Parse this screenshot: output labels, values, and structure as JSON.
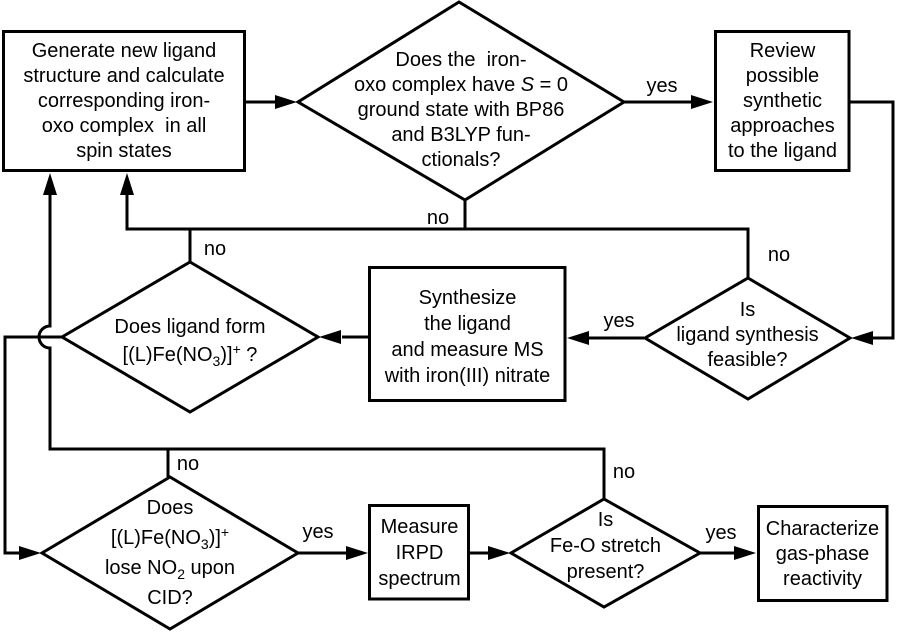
{
  "figure": {
    "background_color": "#ffffff",
    "line_color": "#000000",
    "text_color": "#000000"
  },
  "nodes": {
    "generate": {
      "shape": "process",
      "lines": [
        [
          {
            "t": "Generate new ligand"
          }
        ],
        [
          {
            "t": "structure and calculate"
          }
        ],
        [
          {
            "t": "corresponding iron-"
          }
        ],
        [
          {
            "t": "oxo complex  in all"
          }
        ],
        [
          {
            "t": "spin states"
          }
        ]
      ]
    },
    "s0": {
      "shape": "decision",
      "lines": [
        [
          {
            "t": "Does the  iron-"
          }
        ],
        [
          {
            "t": "oxo complex have "
          },
          {
            "t": "S",
            "k": "i"
          },
          {
            "t": " = 0"
          }
        ],
        [
          {
            "t": "ground state with BP86"
          }
        ],
        [
          {
            "t": "and B3LYP fun-"
          }
        ],
        [
          {
            "t": "ctionals?"
          }
        ]
      ]
    },
    "review": {
      "shape": "process",
      "lines": [
        [
          {
            "t": "Review"
          }
        ],
        [
          {
            "t": "possible"
          }
        ],
        [
          {
            "t": "synthetic"
          }
        ],
        [
          {
            "t": "approaches"
          }
        ],
        [
          {
            "t": "to the ligand"
          }
        ]
      ]
    },
    "feasible": {
      "shape": "decision",
      "lines": [
        [
          {
            "t": "Is"
          }
        ],
        [
          {
            "t": "ligand synthesis"
          }
        ],
        [
          {
            "t": "feasible?"
          }
        ]
      ]
    },
    "synthesize": {
      "shape": "process",
      "lines": [
        [
          {
            "t": "Synthesize"
          }
        ],
        [
          {
            "t": "the ligand"
          }
        ],
        [
          {
            "t": "and measure MS"
          }
        ],
        [
          {
            "t": "with iron(III) nitrate"
          }
        ]
      ]
    },
    "nitrate": {
      "shape": "decision",
      "lines": [
        [
          {
            "t": "Does ligand form"
          }
        ],
        [
          {
            "t": "[(L)Fe(NO"
          },
          {
            "t": "3",
            "k": "sub"
          },
          {
            "t": ")]"
          },
          {
            "t": "+",
            "k": "sup"
          },
          {
            "t": " ?"
          }
        ]
      ]
    },
    "cid": {
      "shape": "decision",
      "lines": [
        [
          {
            "t": "Does"
          }
        ],
        [
          {
            "t": "[(L)Fe(NO"
          },
          {
            "t": "3",
            "k": "sub"
          },
          {
            "t": ")]"
          },
          {
            "t": "+",
            "k": "sup"
          }
        ],
        [
          {
            "t": "lose NO"
          },
          {
            "t": "2",
            "k": "sub"
          },
          {
            "t": " upon"
          }
        ],
        [
          {
            "t": "CID?"
          }
        ]
      ]
    },
    "irpd": {
      "shape": "process",
      "lines": [
        [
          {
            "t": "Measure"
          }
        ],
        [
          {
            "t": "IRPD"
          }
        ],
        [
          {
            "t": "spectrum"
          }
        ]
      ]
    },
    "feo": {
      "shape": "decision",
      "lines": [
        [
          {
            "t": "Is"
          }
        ],
        [
          {
            "t": "Fe-O stretch"
          }
        ],
        [
          {
            "t": "present?"
          }
        ]
      ]
    },
    "characterize": {
      "shape": "process",
      "lines": [
        [
          {
            "t": "Characterize"
          }
        ],
        [
          {
            "t": "gas-phase"
          }
        ],
        [
          {
            "t": "reactivity"
          }
        ]
      ]
    }
  },
  "edge_labels": {
    "s0_yes": "yes",
    "s0_no": "no",
    "feasible_no": "no",
    "feasible_yes": "yes",
    "nitrate_no": "no",
    "cid_no": "no",
    "cid_yes": "yes",
    "feo_no": "no",
    "feo_yes": "yes"
  }
}
